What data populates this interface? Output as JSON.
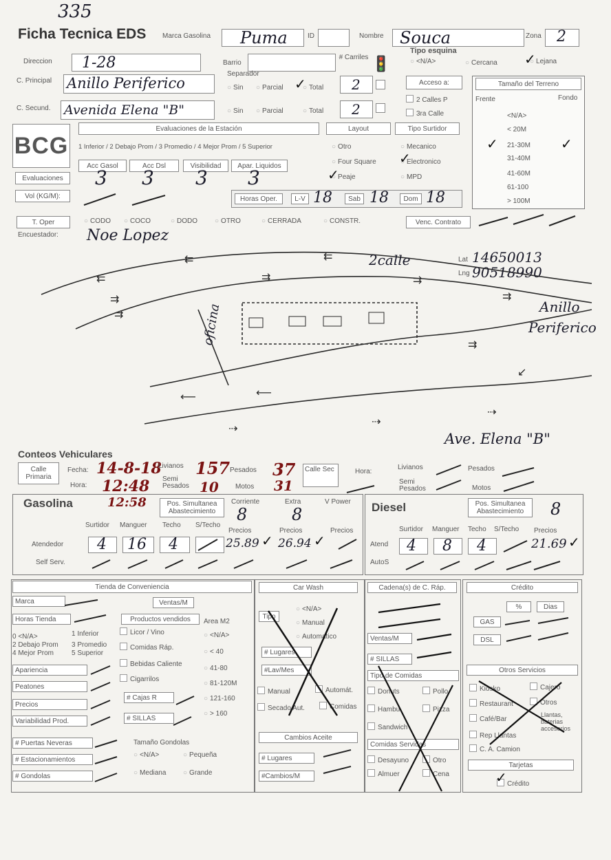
{
  "page_number": "335",
  "header": {
    "title": "Ficha Tecnica EDS",
    "marca_label": "Marca Gasolina",
    "marca_value": "Puma",
    "id_label": "ID",
    "nombre_label": "Nombre",
    "nombre_value": "Souca",
    "zona_label": "Zona",
    "zona_value": "2"
  },
  "direccion": {
    "label": "Direccion",
    "value": "1-28",
    "barrio_label": "Barrio",
    "carriles_label": "# Carriles",
    "tipo_esquina_label": "Tipo esquina",
    "esquina_options": [
      "<N/A>",
      "Cercana",
      "Lejana"
    ]
  },
  "calles": {
    "principal_label": "C. Principal",
    "principal_value": "Anillo Periferico",
    "secund_label": "C. Secund.",
    "secund_value": "Avenida Elena \"B\"",
    "separador_label": "Separador",
    "sep_options": [
      "Sin",
      "Parcial",
      "Total"
    ],
    "carriles_principal": "2",
    "carriles_secund": "2",
    "acceso_label": "Acceso a:",
    "acceso_options": [
      "2 Calles P",
      "3ra Calle"
    ]
  },
  "terreno": {
    "title": "Tamaño del Terreno",
    "frente": "Frente",
    "fondo": "Fondo",
    "rows": [
      "<N/A>",
      "< 20M",
      "21-30M",
      "31-40M",
      "41-60M",
      "61-100",
      "> 100M"
    ]
  },
  "evaluaciones": {
    "logo": "BCG",
    "title": "Evaluaciones de la Estación",
    "scale": "1 Inferior / 2 Debajo Prom / 3 Promedio / 4 Mejor Prom / 5 Superior",
    "cols": [
      "Acc Gasol",
      "Acc Dsl",
      "Visibilidad",
      "Apar. Liquidos"
    ],
    "values": [
      "3",
      "3",
      "3",
      "3"
    ],
    "row_labels": [
      "Evaluaciones",
      "Vol (KG/M):"
    ],
    "layout_label": "Layout",
    "layout_options": [
      "Otro",
      "Four Square",
      "Peaje"
    ],
    "surtidor_label": "Tipo Surtidor",
    "surtidor_options": [
      "Mecanico",
      "Electronico",
      "MPD"
    ],
    "horas_label": "Horas Oper.",
    "lv_label": "L-V",
    "lv_value": "18",
    "sab_label": "Sab",
    "sab_value": "18",
    "dom_label": "Dom",
    "dom_value": "18"
  },
  "operacion": {
    "toper_label": "T. Oper",
    "toper_options": [
      "CODO",
      "COCO",
      "DODO",
      "OTRO",
      "CERRADA",
      "CONSTR."
    ],
    "venc_label": "Venc. Contrato",
    "encuestador_label": "Encuestador:",
    "encuestador_value": "Noe Lopez"
  },
  "sketch": {
    "calle2": "2calle",
    "lat_label": "Lat",
    "lat_value": "14650013",
    "lng_label": "Lng",
    "lng_value": "90518990",
    "anillo": "Anillo",
    "periferico": "Periferico",
    "oficina": "oficina",
    "avenida": "Ave. Elena \"B\""
  },
  "conteos": {
    "title": "Conteos Vehiculares",
    "calle_primaria": "Calle Primaria",
    "fecha_label": "Fecha:",
    "fecha_value": "14-8-18",
    "hora_label": "Hora:",
    "hora_value": "12:48",
    "hora_value2": "12:58",
    "livianos_label": "Livianos",
    "livianos_value": "157",
    "pesados_label": "Pesados",
    "pesados_value": "37",
    "semipesados_label": "Semi Pesados",
    "semipesados_value": "10",
    "motos_label": "Motos",
    "motos_value": "31",
    "calle_sec": "Calle Sec"
  },
  "gasolina": {
    "title": "Gasolina",
    "pos_label": "Pos. Simultanea Abastecimiento",
    "corriente_label": "Corriente",
    "super_label": "Extra",
    "vpower_label": "V Power",
    "corriente_value": "8",
    "super_value": "8",
    "cols": [
      "Surtidor",
      "Manguer",
      "Techo",
      "S/Techo",
      "Precios",
      "Precios",
      "Precios"
    ],
    "atendedor_label": "Atendedor",
    "self_label": "Self Serv.",
    "surtidor": "4",
    "manguer": "16",
    "techo": "4",
    "precio_corriente": "25.89",
    "precio_super": "26.94"
  },
  "diesel": {
    "title": "Diesel",
    "pos_label": "Pos. Simultanea Abastecimiento",
    "pos_value": "8",
    "cols": [
      "Surtidor",
      "Manguer",
      "Techo",
      "S/Techo",
      "Precios"
    ],
    "atend_label": "Atend",
    "autos_label": "AutoS",
    "surtidor": "4",
    "manguer": "8",
    "techo": "4",
    "precio": "21.69"
  },
  "tienda": {
    "title": "Tienda de Conveniencia",
    "marca": "Marca",
    "ventas": "Ventas/M",
    "horas": "Horas Tienda",
    "productos": "Productos vendidos",
    "area": "Area M2",
    "scale": [
      "0 <N/A>",
      "1 Inferior",
      "2 Debajo Prom",
      "3 Promedio",
      "4 Mejor Prom",
      "5 Superior"
    ],
    "productos_list": [
      "Licor / Vino",
      "Comidas Ráp.",
      "Bebidas Caliente",
      "Cigarrilos"
    ],
    "area_list": [
      "<N/A>",
      "< 40",
      "41-80",
      "81-120M",
      "121-160",
      "> 160"
    ],
    "eval_rows": [
      "Apariencia",
      "Peatones",
      "Precios",
      "Variabilidad Prod."
    ],
    "cajas": "# Cajas R",
    "sillas": "# SILLAS",
    "extra_rows": [
      "# Puertas Neveras",
      "# Estacionamientos",
      "# Gondolas"
    ],
    "gondolas_title": "Tamaño Gondolas",
    "gondolas_opts": [
      "<N/A>",
      "Pequeña",
      "Mediana",
      "Grande"
    ]
  },
  "carwash": {
    "title": "Car Wash",
    "tipo": "Tipo",
    "opts": [
      "<N/A>",
      "Manual",
      "Automatico"
    ],
    "lugares": "# Lugares",
    "lav": "#Lav/Mes",
    "checks": [
      "Manual",
      "Automát.",
      "Secado Aut.",
      "Comidas"
    ],
    "aceite_title": "Cambios Aceite",
    "aceite_lugares": "# Lugares",
    "aceite_cambios": "#Cambios/M"
  },
  "cadena": {
    "title": "Cadena(s) de C. Ráp.",
    "ventas": "Ventas/M",
    "sillas": "# SILLAS",
    "tipo_title": "Tipo de Comidas",
    "tipo_list": [
      "Donuts",
      "Pollo",
      "Hambu.",
      "Pizza",
      "Sandwich"
    ],
    "servidas_title": "Comidas Servidas",
    "servidas_list": [
      "Desayuno",
      "Otro",
      "Almuer",
      "Cena"
    ]
  },
  "credito": {
    "title": "Crédito",
    "pct": "%",
    "dias": "Dias",
    "gas": "GAS",
    "dsl": "DSL",
    "otros_title": "Otros Servicios",
    "otros_list": [
      "Kiosko",
      "Cajero",
      "Restaurant",
      "Otros",
      "Café/Bar",
      "Llantas, baterias accesorios",
      "Rep Llantas",
      "C. A. Camion"
    ],
    "tarjetas_title": "Tarjetas",
    "tarjetas_value": "Crédito"
  }
}
